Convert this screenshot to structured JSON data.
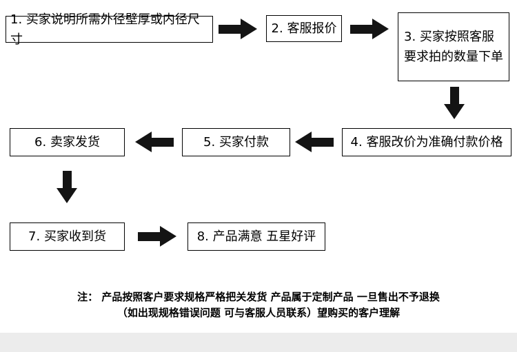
{
  "flowchart": {
    "steps": [
      {
        "label": "1. 买家说明所需外径壁厚或内径尺寸"
      },
      {
        "label": "2. 客服报价"
      },
      {
        "label": "3. 买家按照客服要求拍的数量下单"
      },
      {
        "label": "4. 客服改价为准确付款价格"
      },
      {
        "label": "5. 买家付款"
      },
      {
        "label": "6. 卖家发货"
      },
      {
        "label": "7. 买家收到货"
      },
      {
        "label": "8. 产品满意  五星好评"
      }
    ],
    "note_line1": "注： 产品按照客户要求规格严格把关发货 产品属于定制产品 一旦售出不予退换",
    "note_line2": "（如出现规格错误问题 可与客服人员联系）望购买的客户理解"
  },
  "colors": {
    "background": "#ffffff",
    "box_border": "#000000",
    "arrow": "#141414",
    "text": "#000000",
    "footer_strip": "#ececec"
  }
}
